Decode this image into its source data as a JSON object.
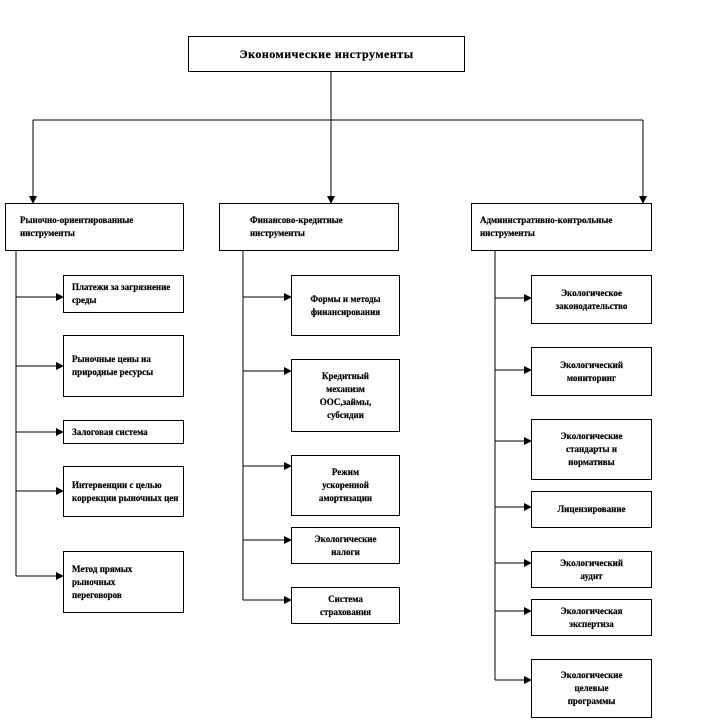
{
  "root": {
    "label": "Экономические инструменты"
  },
  "categories": [
    {
      "label": "Рыночно-ориентированные инструменты",
      "items": [
        "Платежи за загрязнение среды",
        "Рыночные цены на природные ресурсы",
        "Залоговая система",
        "Интервенции с целью коррекции рыночных цен",
        "Метод прямых рыночных переговоров"
      ]
    },
    {
      "label": "Финансово-кредитные инструменты",
      "items": [
        "Формы и методы финансирования",
        "Кредитный механизм ООС,займы, субсидии",
        "Режим ускоренной амортизации",
        "Экологические налоги",
        "Система страхования"
      ]
    },
    {
      "label": "Административно-контрольные инструменты",
      "items": [
        "Экологическое законодательство",
        "Экологический мониторинг",
        "Экологические стандарты и нормативы",
        "Лицензирование",
        "Экологический аудит",
        "Экологическая экспертиза",
        "Экологические целевые программы"
      ]
    }
  ]
}
